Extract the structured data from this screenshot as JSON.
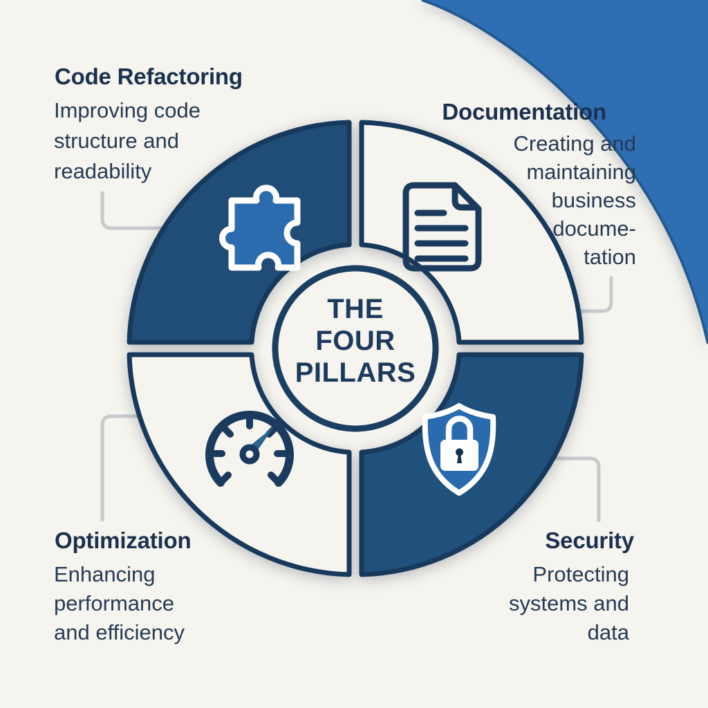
{
  "title": {
    "lines": [
      "THE",
      "FOUR",
      "PILLARS"
    ]
  },
  "pillars": [
    {
      "name": "Code Refactoring",
      "heading": "Code Refactoring",
      "desc_lines": [
        "Improving code",
        "structure and",
        "readability"
      ],
      "icon": "puzzle-icon",
      "quadrant": "top-left",
      "quadrant_style": "dark"
    },
    {
      "name": "Documentation",
      "heading": "Documentation",
      "desc_lines": [
        "Creating and",
        "maintaining",
        "business",
        "docume-",
        "tation"
      ],
      "icon": "document-icon",
      "quadrant": "top-right",
      "quadrant_style": "light"
    },
    {
      "name": "Optimization",
      "heading": "Optimization",
      "desc_lines": [
        "Enhancing",
        "performance",
        "and efficiency"
      ],
      "icon": "gauge-icon",
      "quadrant": "bottom-left",
      "quadrant_style": "light"
    },
    {
      "name": "Security",
      "heading": "Security",
      "desc_lines": [
        "Protecting",
        "systems and",
        "data"
      ],
      "icon": "shield-icon",
      "quadrant": "bottom-right",
      "quadrant_style": "dark"
    }
  ],
  "colors": {
    "background": "#f6f4ee",
    "quadrant_dark_fill": "#1f4d77",
    "outline_navy": "#17395c",
    "corner_accent_blue": "#2e6fb4",
    "icon_accent_blue": "#2b6cae",
    "icon_outline_white": "#ffffff",
    "heading_text": "#1b3150",
    "body_text": "#253b55",
    "connector_gray": "#c6cacd"
  }
}
